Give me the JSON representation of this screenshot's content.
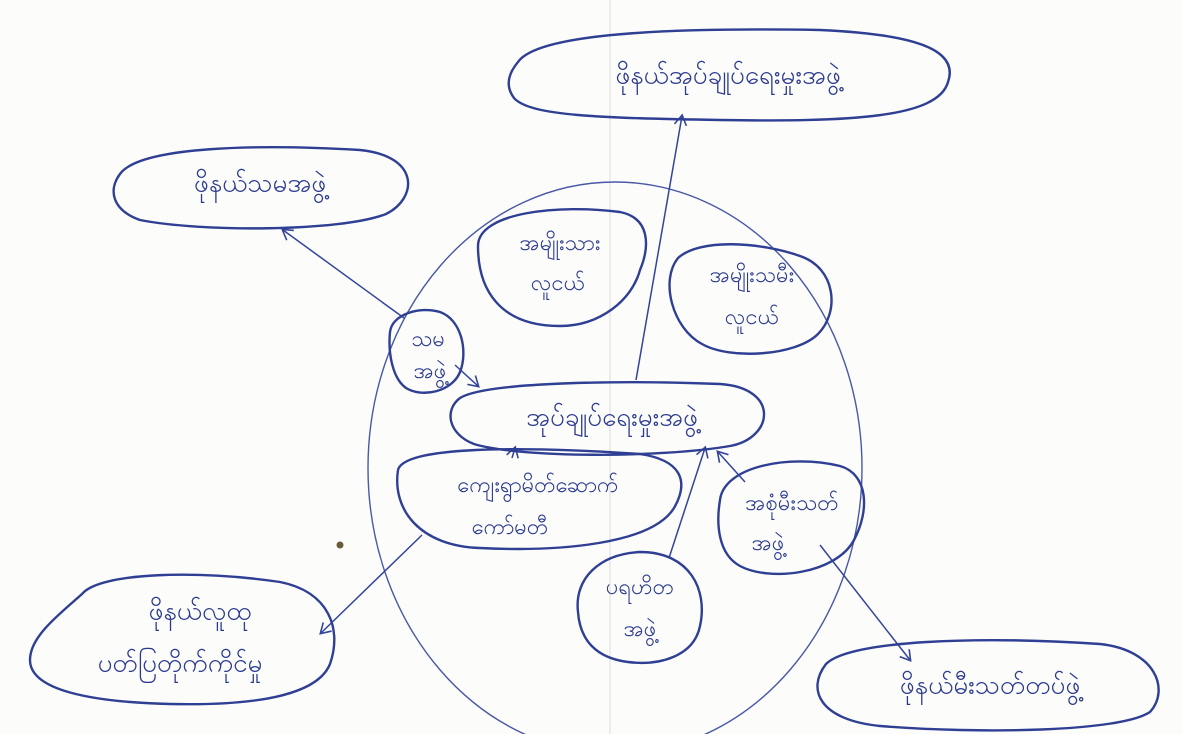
{
  "diagram": {
    "nodes": {
      "top": "ဖိုနယ်အုပ်ချုပ်ရေးမှုးအဖွဲ့",
      "top_left": "ဖိုနယ်သမအဖွဲ့",
      "center": "အုပ်ချုပ်ရေးမှုးအဖွဲ့",
      "women_line1": "အမျိုးသား",
      "women_line2": "လူငယ်",
      "youth_line1": "အမျိုးသမီး",
      "youth_line2": "လူငယ်",
      "samma_line1": "သမ",
      "samma_line2": "အဖွဲ့",
      "village_line1": "ကျေးရွာမိတ်ဆောက်",
      "village_line2": "ကော်မတီ",
      "farmer_line1": "အစုံမီးသတ်",
      "farmer_line2": "အဖွဲ့",
      "parahita_line1": "ပရဟိတ",
      "parahita_line2": "အဖွဲ့",
      "bottom_left_line1": "ဖိုနယ်လူထု",
      "bottom_left_line2": "ပတ်ပြတိုက်ကိုင်မှု",
      "bottom_right": "ဖိုနယ်မီးသတ်တပ်ဖွဲ့"
    },
    "ink_color": "#2f3f93"
  }
}
